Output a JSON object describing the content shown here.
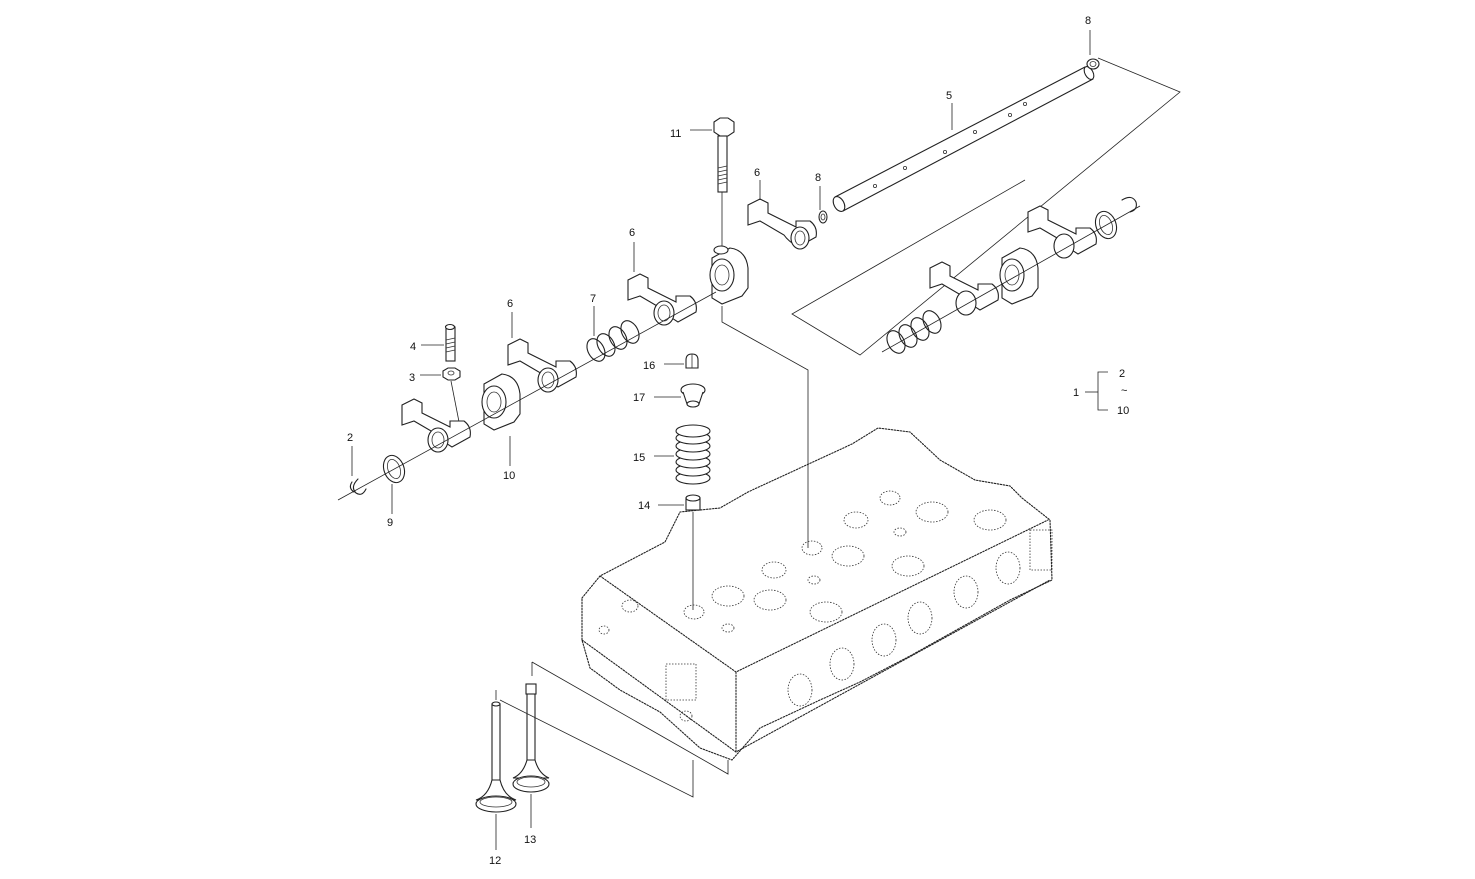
{
  "callouts": {
    "c1": "1",
    "c2a": "2",
    "c2b": "2",
    "c10b": "10",
    "c3": "3",
    "c4": "4",
    "c5": "5",
    "c6a": "6",
    "c6b": "6",
    "c6c": "6",
    "c7": "7",
    "c8a": "8",
    "c8b": "8",
    "c9": "9",
    "c10a": "10",
    "c11": "11",
    "c12": "12",
    "c13": "13",
    "c14": "14",
    "c15": "15",
    "c16": "16",
    "c17": "17"
  },
  "range_sep": "~"
}
